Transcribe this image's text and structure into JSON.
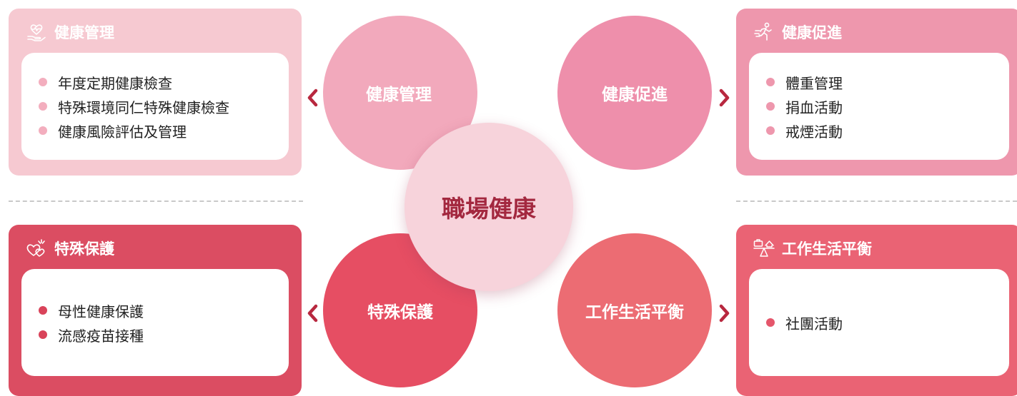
{
  "center": {
    "label": "職場健康"
  },
  "panels": [
    {
      "key": "health-management",
      "title": "健康管理",
      "icon": "heart-rate-hand-icon",
      "color": "#f6c9d1",
      "dot": "#f3aebe",
      "items": [
        "年度定期健康檢查",
        "特殊環境同仁特殊健康檢查",
        "健康風險評估及管理"
      ]
    },
    {
      "key": "health-promotion",
      "title": "健康促進",
      "icon": "running-person-icon",
      "color": "#ee97ad",
      "dot": "#ee97ad",
      "items": [
        "體重管理",
        "捐血活動",
        "戒煙活動"
      ]
    },
    {
      "key": "special-protection",
      "title": "特殊保護",
      "icon": "hearts-icon",
      "color": "#db4d62",
      "dot": "#d9435a",
      "items": [
        "母性健康保護",
        "流感疫苗接種"
      ]
    },
    {
      "key": "work-life-balance",
      "title": "工作生活平衡",
      "icon": "work-life-scale-icon",
      "color": "#ea6374",
      "dot": "#e5566b",
      "items": [
        "社團活動"
      ]
    }
  ],
  "circles": [
    {
      "label": "健康管理",
      "color": "#f2a9bc"
    },
    {
      "label": "健康促進",
      "color": "#ee8fab"
    },
    {
      "label": "特殊保護",
      "color": "#e64e63"
    },
    {
      "label": "工作生活平衡",
      "color": "#ec6c73"
    }
  ],
  "colors": {
    "center_text": "#a3283f",
    "chevron": "#b8283f",
    "divider": "#c9c9c9"
  }
}
